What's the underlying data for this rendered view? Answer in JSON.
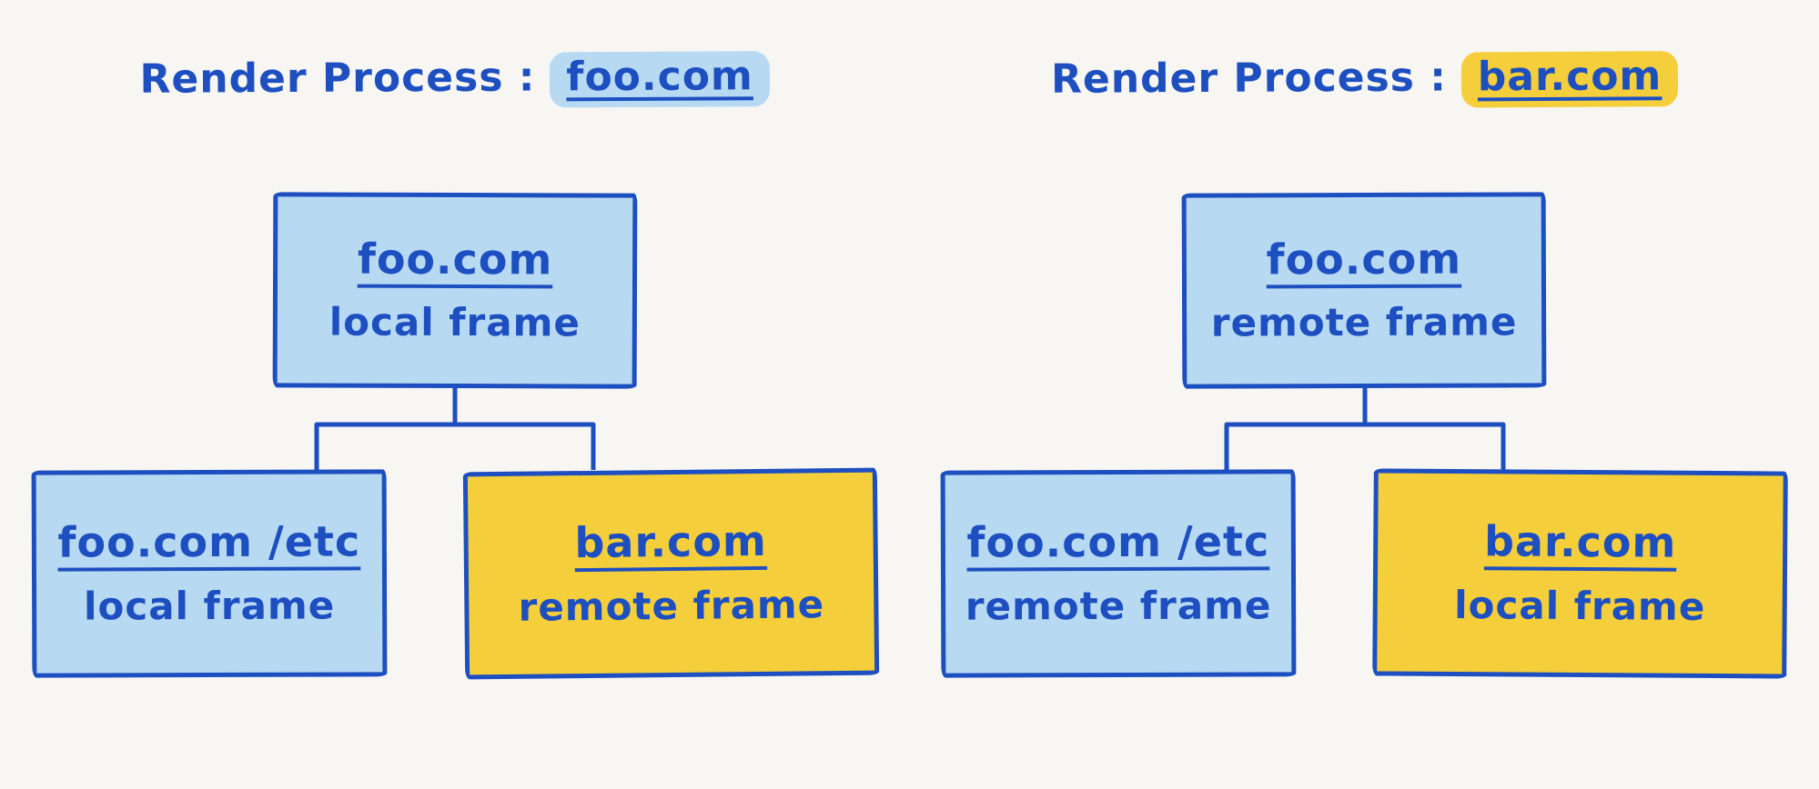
{
  "canvas": {
    "colors": {
      "background": "#f7f6f2",
      "ink": "#1d4fc1",
      "blue": "#b7d9f2",
      "yellow": "#f5ce3b"
    }
  },
  "panels": [
    {
      "title_prefix": "Render Process :",
      "title_domain": "foo.com",
      "title_highlight": "blue",
      "root": {
        "domain": "foo.com",
        "type": "local frame",
        "fill": "blue"
      },
      "children": [
        {
          "domain": "foo.com /etc",
          "type": "local frame",
          "fill": "blue"
        },
        {
          "domain": "bar.com",
          "type": "remote frame",
          "fill": "yellow"
        }
      ]
    },
    {
      "title_prefix": "Render Process :",
      "title_domain": "bar.com",
      "title_highlight": "yellow",
      "root": {
        "domain": "foo.com",
        "type": "remote frame",
        "fill": "blue"
      },
      "children": [
        {
          "domain": "foo.com /etc",
          "type": "remote frame",
          "fill": "blue"
        },
        {
          "domain": "bar.com",
          "type": "local frame",
          "fill": "yellow"
        }
      ]
    }
  ]
}
